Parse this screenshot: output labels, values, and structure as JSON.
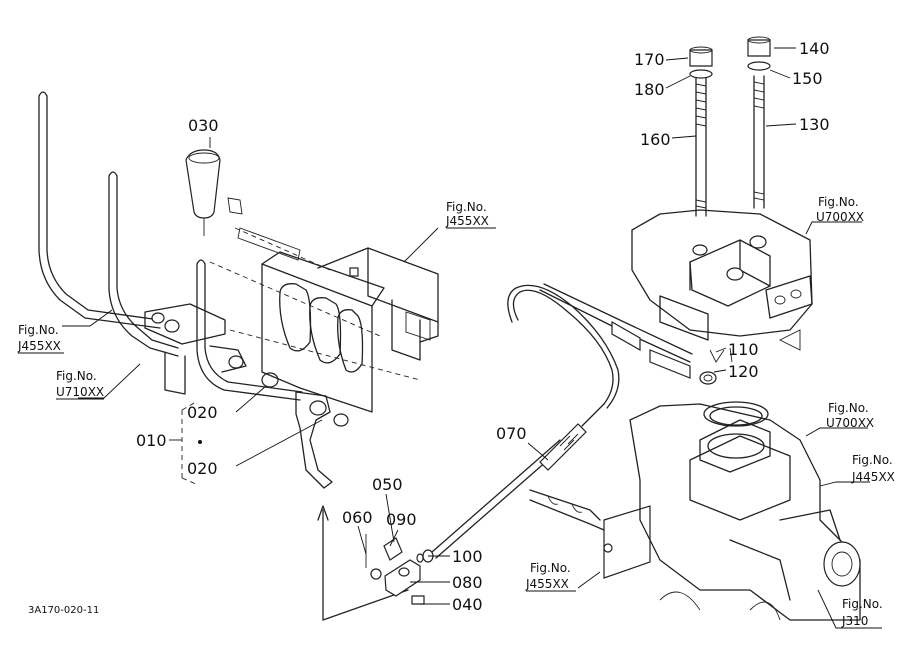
{
  "parts": {
    "p010": "010",
    "p020a": "020",
    "p020b": "020",
    "p030": "030",
    "p040": "040",
    "p050": "050",
    "p060": "060",
    "p070": "070",
    "p080": "080",
    "p090": "090",
    "p100": "100",
    "p110": "110",
    "p120": "120",
    "p130": "130",
    "p140": "140",
    "p150": "150",
    "p160": "160",
    "p170": "170",
    "p180": "180"
  },
  "figure_refs": {
    "fig_label": "Fig.No.",
    "j455_top": "J455XX",
    "j455_left": "J455XX",
    "u710_left": "U710XX",
    "u700_top": "U700XX",
    "u700_mid": "U700XX",
    "j445_right": "J445XX",
    "j455_bottom": "J455XX",
    "j310_bottom": "J310"
  },
  "drawing_code": "3A170-020-11"
}
